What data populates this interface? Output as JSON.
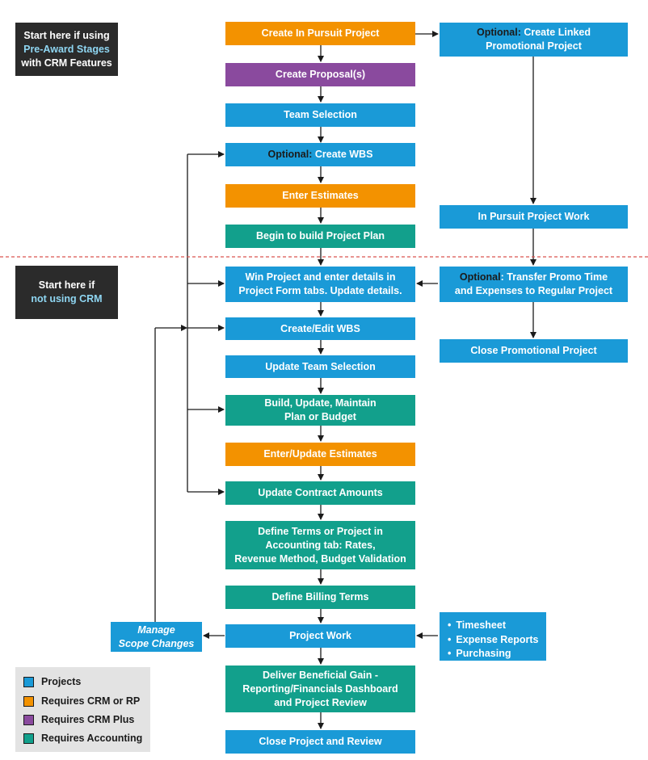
{
  "start_crm": {
    "line1": "Start here if using",
    "line2": "Pre-Award Stages",
    "line3": "with CRM Features"
  },
  "start_no_crm": {
    "line1": "Start here if",
    "line2": "not using CRM"
  },
  "main_flow": {
    "create_pursuit": "Create In Pursuit Project",
    "create_proposal": "Create Proposal(s)",
    "team_selection": "Team Selection",
    "optional_wbs_prefix": "Optional:",
    "optional_wbs_text": " Create WBS",
    "enter_estimates": "Enter Estimates",
    "begin_plan": "Begin to build Project Plan",
    "win_project_line1": "Win Project and enter details in",
    "win_project_line2": "Project Form tabs. Update details.",
    "create_edit_wbs": "Create/Edit WBS",
    "update_team": "Update Team Selection",
    "build_plan_line1": "Build, Update, Maintain",
    "build_plan_line2": "Plan or Budget",
    "update_estimates": "Enter/Update Estimates",
    "update_contract": "Update Contract Amounts",
    "define_terms_line1": "Define Terms or Project in",
    "define_terms_line2": "Accounting tab: Rates,",
    "define_terms_line3": "Revenue Method, Budget Validation",
    "billing_terms": "Define Billing Terms",
    "project_work": "Project Work",
    "deliver_line1": "Deliver Beneficial Gain -",
    "deliver_line2": "Reporting/Financials Dashboard",
    "deliver_line3": "and Project Review",
    "close_project": "Close Project and Review"
  },
  "promo_flow": {
    "linked_prefix": "Optional:",
    "linked_line1": " Create Linked",
    "linked_line2": "Promotional Project",
    "pursuit_work": "In Pursuit Project Work",
    "transfer_prefix": "Optional",
    "transfer_line1": ": Transfer Promo Time",
    "transfer_line2": "and Expenses to Regular Project",
    "close_promo": "Close Promotional Project"
  },
  "scope": {
    "line1": "Manage",
    "line2": "Scope Changes"
  },
  "work_inputs": [
    "Timesheet",
    "Expense Reports",
    "Purchasing"
  ],
  "legend": [
    {
      "label": "Projects",
      "color": "#1a9ad7"
    },
    {
      "label": "Requires CRM or RP",
      "color": "#f39200"
    },
    {
      "label": "Requires CRM Plus",
      "color": "#8a4a9e"
    },
    {
      "label": "Requires Accounting",
      "color": "#12a08c"
    }
  ],
  "colors": {
    "projects": "#1a9ad7",
    "crm_rp": "#f39200",
    "crm_plus": "#8a4a9e",
    "accounting": "#12a08c",
    "divider": "#d9534f"
  }
}
